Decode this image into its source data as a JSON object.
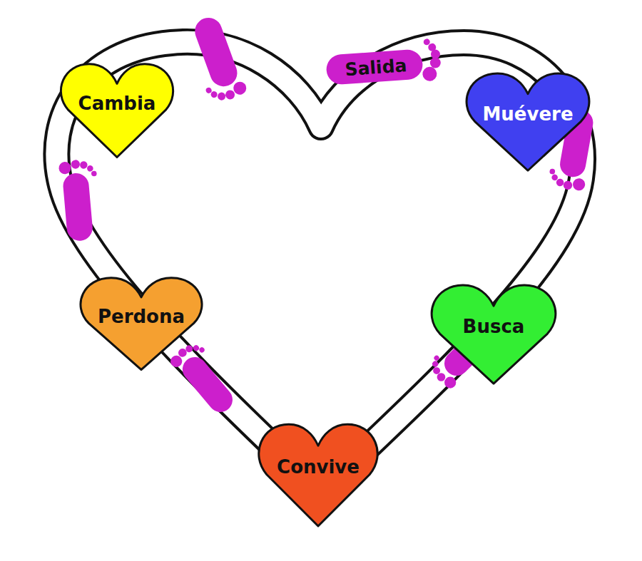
{
  "diagram": {
    "nodes": [
      {
        "text": [
          "Salida"
        ]
      },
      {
        "text": [
          "Cambia"
        ]
      },
      {
        "text": [
          "Muévere"
        ]
      },
      {
        "text": [
          "Perdona"
        ]
      },
      {
        "text": [
          "Busca"
        ]
      },
      {
        "text": [
          "Convive"
        ]
      }
    ]
  }
}
